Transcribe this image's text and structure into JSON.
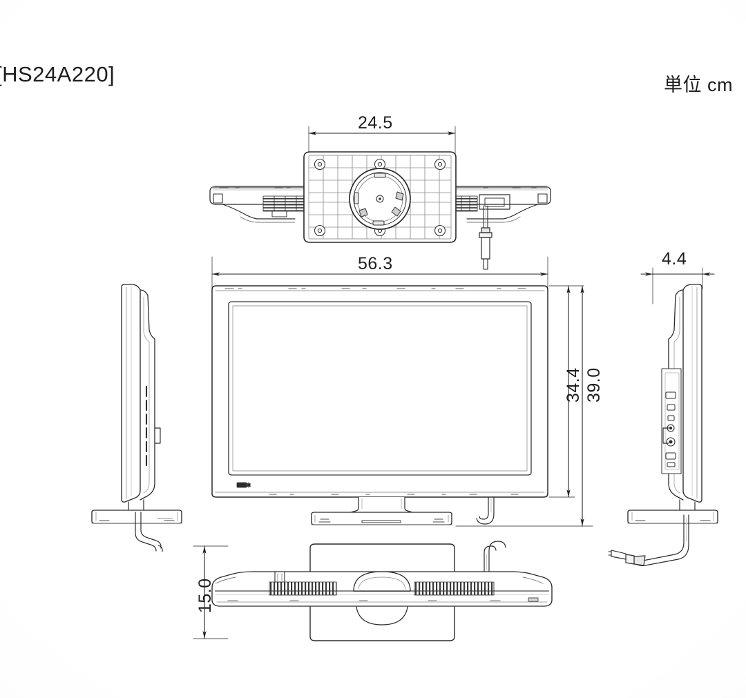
{
  "page": {
    "title": "[HS24A220]",
    "unit_note": "単位 cm",
    "background_color": "#ffffff",
    "line_color": "#222222",
    "text_color": "#1d1d1d"
  },
  "dimensions": {
    "stand_base_width": "24.5",
    "tv_width": "56.3",
    "panel_height": "34.4",
    "total_height": "39.0",
    "panel_depth": "4.4",
    "base_depth": "15.0"
  },
  "views": {
    "top": "top-view-rear-panel",
    "front": "front-view",
    "left_side": "left-side-view",
    "right_side": "right-side-view",
    "bottom": "bottom-view"
  },
  "features": {
    "led_indicator": "led-indicator-icon",
    "vesa_grid": "vesa-mount-grid",
    "screw_holes": 6,
    "stand_boss": "circular-stand-mount",
    "power_cable": "power-cable-with-plug",
    "vents": "ventilation-slots",
    "ports": "side-connector-ports"
  }
}
